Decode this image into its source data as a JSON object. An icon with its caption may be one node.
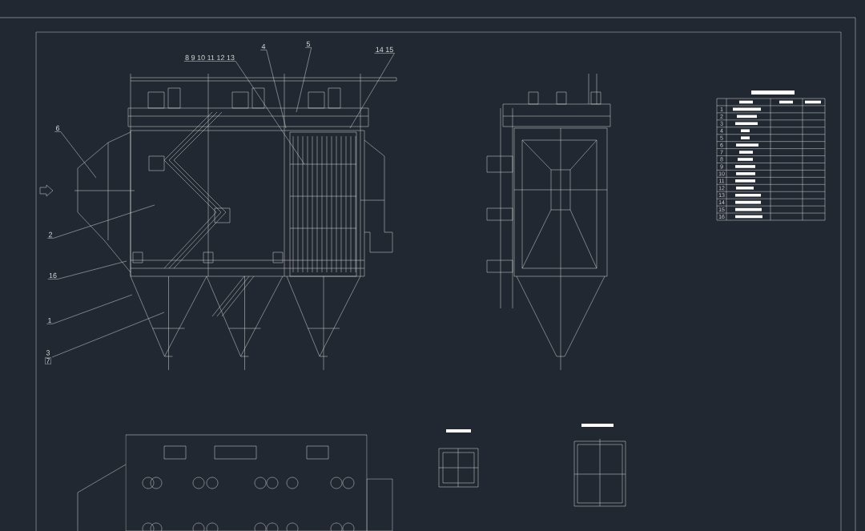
{
  "diagram": {
    "nodes": [
      {
        "text": [
          "8 9 10 11 12 13"
        ]
      },
      {
        "text": [
          "4"
        ]
      },
      {
        "text": [
          "5"
        ]
      },
      {
        "text": [
          "14 15"
        ]
      },
      {
        "text": [
          "6"
        ]
      },
      {
        "text": [
          "2"
        ]
      },
      {
        "text": [
          "16"
        ]
      },
      {
        "text": [
          "1"
        ]
      },
      {
        "text": [
          "3",
          "7"
        ]
      }
    ],
    "edges": [
      {
        "from": 0,
        "to": null,
        "arrow": "none"
      },
      {
        "from": 1,
        "to": null,
        "arrow": "none"
      },
      {
        "from": 2,
        "to": null,
        "arrow": "none"
      },
      {
        "from": 3,
        "to": null,
        "arrow": "none"
      },
      {
        "from": 4,
        "to": null,
        "arrow": "none"
      },
      {
        "from": 5,
        "to": null,
        "arrow": "none"
      },
      {
        "from": 6,
        "to": null,
        "arrow": "none"
      },
      {
        "from": 7,
        "to": null,
        "arrow": "none"
      },
      {
        "from": 8,
        "to": null,
        "arrow": "none"
      }
    ],
    "labels": [
      "1",
      "2",
      "3",
      "4",
      "5",
      "6",
      "7",
      "8",
      "9",
      "10",
      "11",
      "12",
      "13",
      "14",
      "15",
      "16"
    ]
  }
}
